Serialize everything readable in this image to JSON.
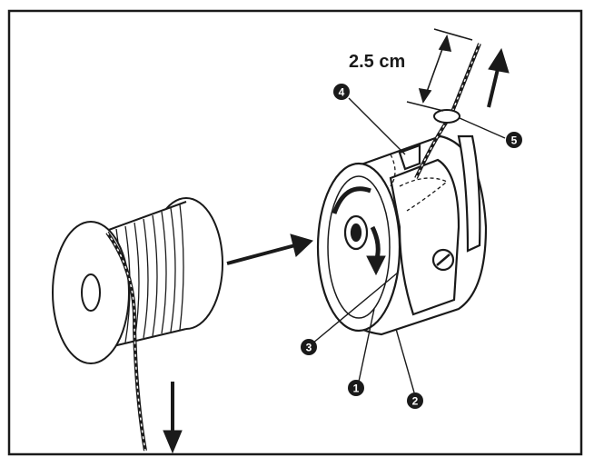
{
  "figure": {
    "dimension_label": "2.5 cm",
    "callouts": [
      {
        "number": "1"
      },
      {
        "number": "2"
      },
      {
        "number": "3"
      },
      {
        "number": "4"
      },
      {
        "number": "5"
      }
    ]
  },
  "colors": {
    "ink": "#1a1a1a",
    "paper": "#ffffff",
    "shade": "#d8d8d8"
  }
}
